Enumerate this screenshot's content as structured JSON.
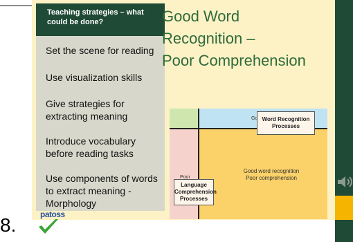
{
  "slide": {
    "sidebar_heading": "Teaching strategies – what could be done?",
    "strategies": [
      "Set the scene for reading",
      "Use visualization skills",
      "Give strategies for extracting meaning",
      "Introduce vocabulary before reading tasks",
      "Use components of words to extract meaning - Morphology"
    ],
    "title_lines": [
      "Good Word",
      "Recognition –",
      "Poor Comprehension"
    ],
    "diagram": {
      "good_label": "Good",
      "poor_label": "Poor",
      "word_recognition_box": "Word Recognition Processes",
      "language_box": "Language Comprehension Processes",
      "quadrant_line1": "Good word recognition",
      "quadrant_line2": "Poor comprehension"
    }
  },
  "slide_number": "8.",
  "logo_text": "patoss",
  "colors": {
    "sidebar_header": "#1f4a36",
    "title": "#2e6a3c",
    "slide_bg": "#fdf2c5",
    "right_panel": "#1f4a36",
    "right_panel_accent": "#f4b400"
  },
  "icons": {
    "logo_check": "check-mark-icon",
    "speaker": "speaker-icon"
  }
}
